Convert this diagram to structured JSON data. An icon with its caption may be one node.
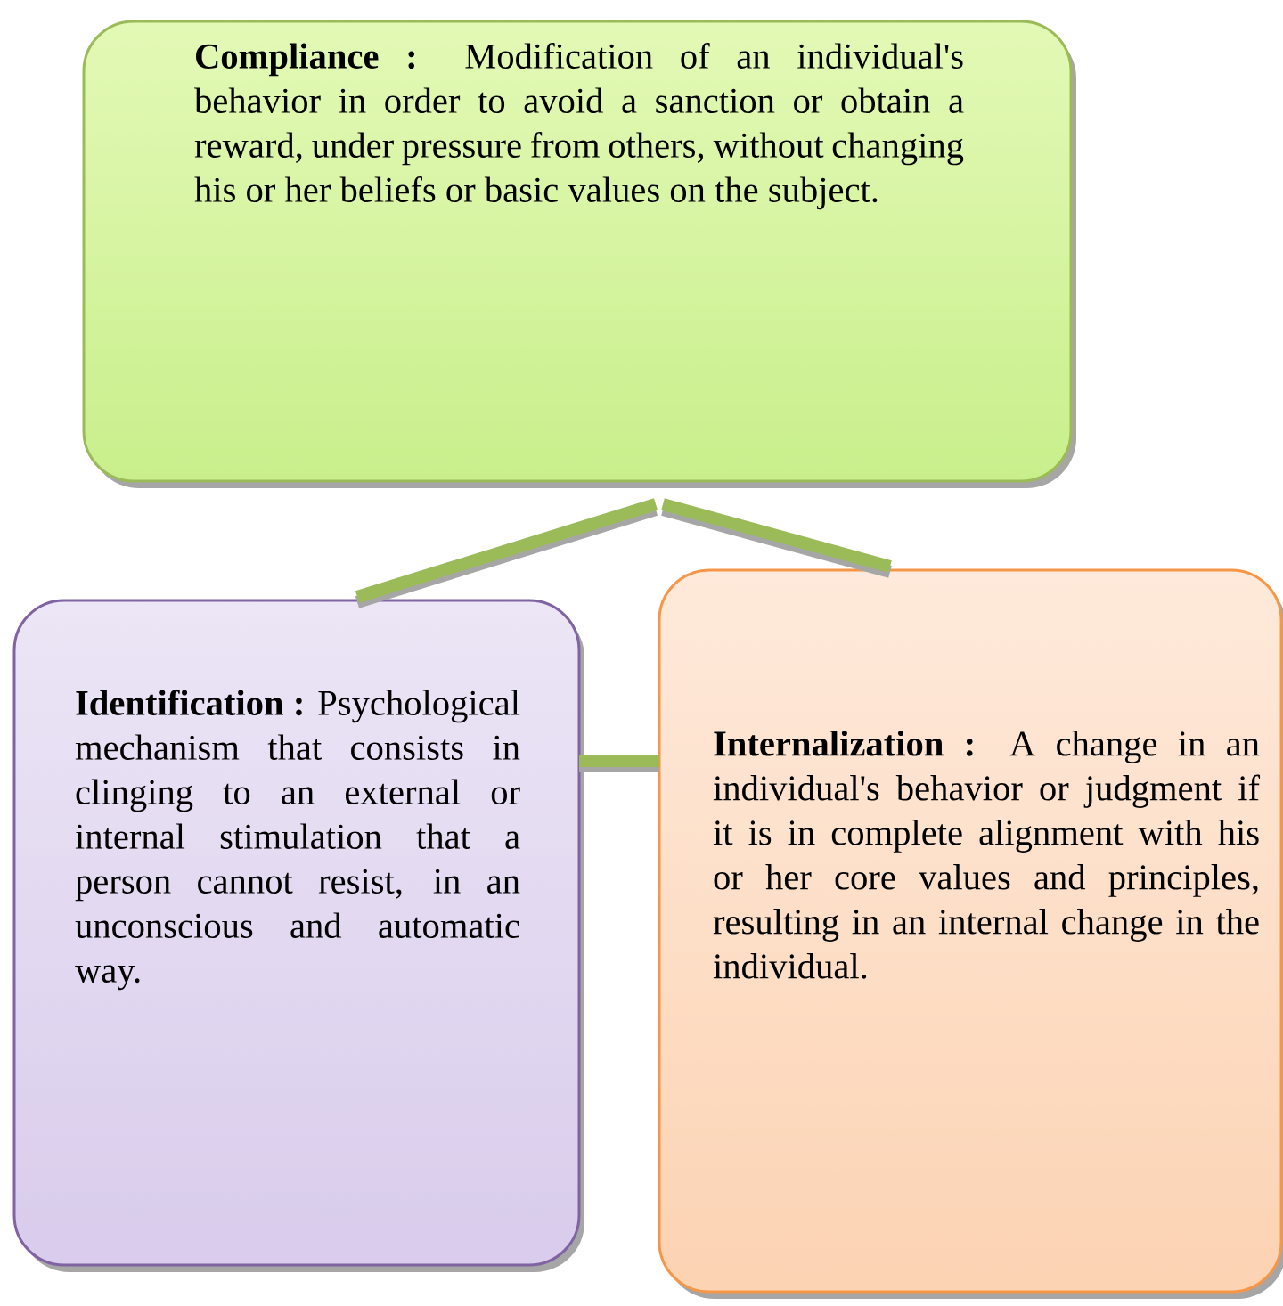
{
  "diagram": {
    "nodes": [
      {
        "text": [
          "**Compliance :** Modification of an individual's behavior in order to avoid a sanction or obtain a reward, under pressure from others, without changing his or her beliefs or basic values on the subject."
        ]
      },
      {
        "text": [
          "**Identification :** Psychological mechanism that consists in clinging to an external or internal stimulation that a person cannot resist, in an unconscious and automatic way."
        ]
      },
      {
        "text": [
          "**Internalization :** A change in an individual's behavior or judgment if it is in complete alignment with his or her core values and principles, resulting in an internal change in the individual."
        ]
      }
    ],
    "edges": [
      {
        "from": 0,
        "to": 1,
        "arrow": "none"
      },
      {
        "from": 0,
        "to": 2,
        "arrow": "none"
      },
      {
        "from": 1,
        "to": 2,
        "arrow": "none"
      }
    ]
  }
}
